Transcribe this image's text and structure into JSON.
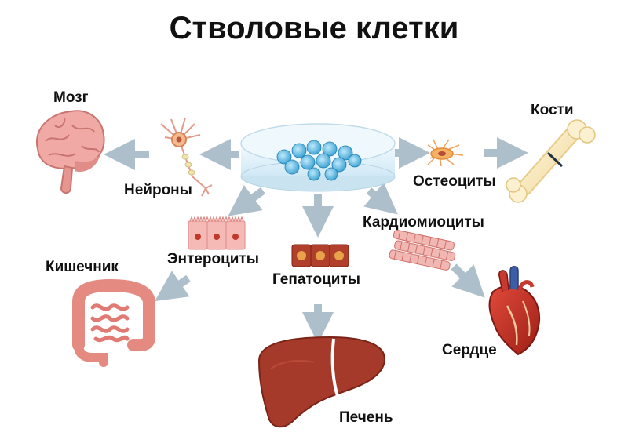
{
  "title": "Стволовые клетки",
  "labels": {
    "brain": "Мозг",
    "neurons": "Нейроны",
    "bones": "Кости",
    "osteocytes": "Остеоциты",
    "cardiomyocytes": "Кардиомиоциты",
    "enterocytes": "Энтероциты",
    "intestine": "Кишечник",
    "hepatocytes": "Гепатоциты",
    "heart": "Сердце",
    "liver": "Печень"
  },
  "colors": {
    "arrow": "#aebfcc",
    "tissue_pink": "#f2b8b8",
    "organ_red": "#c53a2e",
    "liver": "#a5392a",
    "dish_cells": "#3fa8d8"
  }
}
